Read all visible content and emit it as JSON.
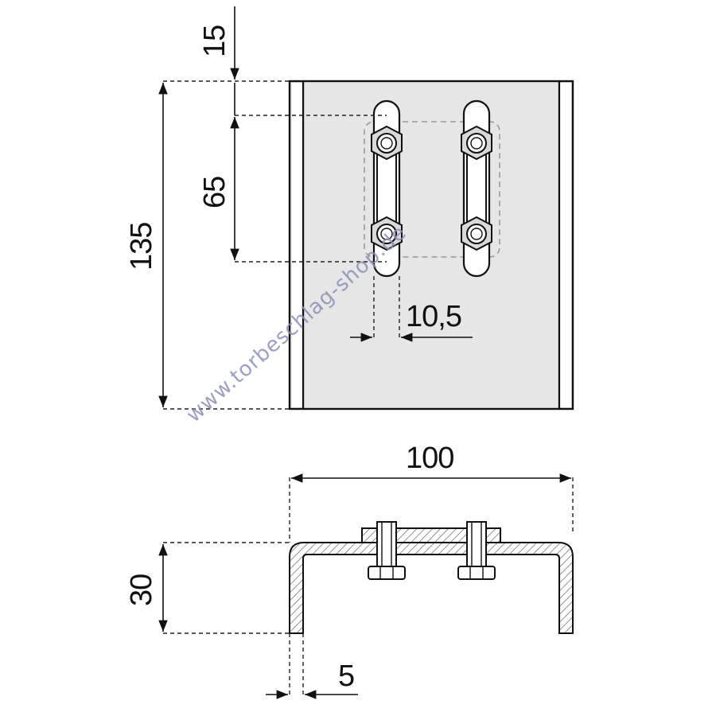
{
  "dimensions": {
    "top_offset": "15",
    "hole_spacing": "65",
    "total_height": "135",
    "slot_width": "10,5",
    "total_width": "100",
    "profile_height": "30",
    "wall_thickness": "5"
  },
  "watermark": "www.torbeschlag-shop.de",
  "colors": {
    "plate_fill": "#e6e6e6",
    "line": "#111111",
    "watermark": "#8a8fb8"
  }
}
